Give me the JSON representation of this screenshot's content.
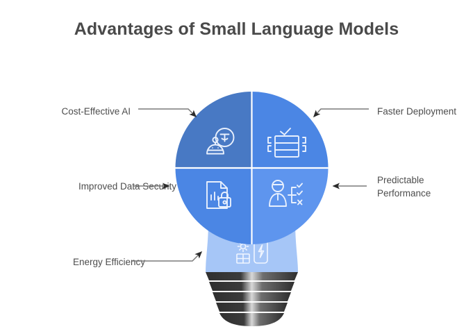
{
  "header": {
    "title": "Advantages of Small Language Models"
  },
  "colors": {
    "title_text": "#4a4a4a",
    "label_text": "#4d4d4d",
    "arrow": "#7a7a7a",
    "arrow_head": "#2b2b2b",
    "quadrant_top_left": "#4879c4",
    "quadrant_top_right": "#4b86e4",
    "quadrant_bottom_left": "#4b86e4",
    "quadrant_bottom_right": "#5e95ee",
    "bulb_neck": "#a6c6f7",
    "bulb_base": "#3a3a3a",
    "icon_stroke": "#e8f0fd",
    "divider": "#ffffff",
    "background": "#ffffff"
  },
  "diagram": {
    "center_shape": "light-bulb",
    "quadrants": [
      {
        "id": "cost-effective-ai",
        "position": "top-left",
        "icon": "robot-head-coin-icon"
      },
      {
        "id": "faster-deployment",
        "position": "top-right",
        "icon": "server-rack-check-icon"
      },
      {
        "id": "improved-data-security",
        "position": "bottom-left",
        "icon": "document-chart-lock-icon"
      },
      {
        "id": "predictable-performance",
        "position": "bottom-right",
        "icon": "person-decision-tree-icon"
      }
    ],
    "neck": {
      "id": "energy-efficiency",
      "icon": "solar-panel-battery-icon"
    },
    "callouts": [
      {
        "id": "cost-effective-ai",
        "label": "Cost-Effective AI",
        "side": "left",
        "arrow": "down-right"
      },
      {
        "id": "improved-data-security",
        "label": "Improved Data Security",
        "side": "left",
        "arrow": "right"
      },
      {
        "id": "energy-efficiency",
        "label": "Energy Efficiency",
        "side": "left",
        "arrow": "up-right"
      },
      {
        "id": "faster-deployment",
        "label": "Faster Deployment",
        "side": "right",
        "arrow": "down-left"
      },
      {
        "id": "predictable-performance",
        "label": "Predictable\nPerformance",
        "side": "right",
        "arrow": "left"
      }
    ]
  }
}
